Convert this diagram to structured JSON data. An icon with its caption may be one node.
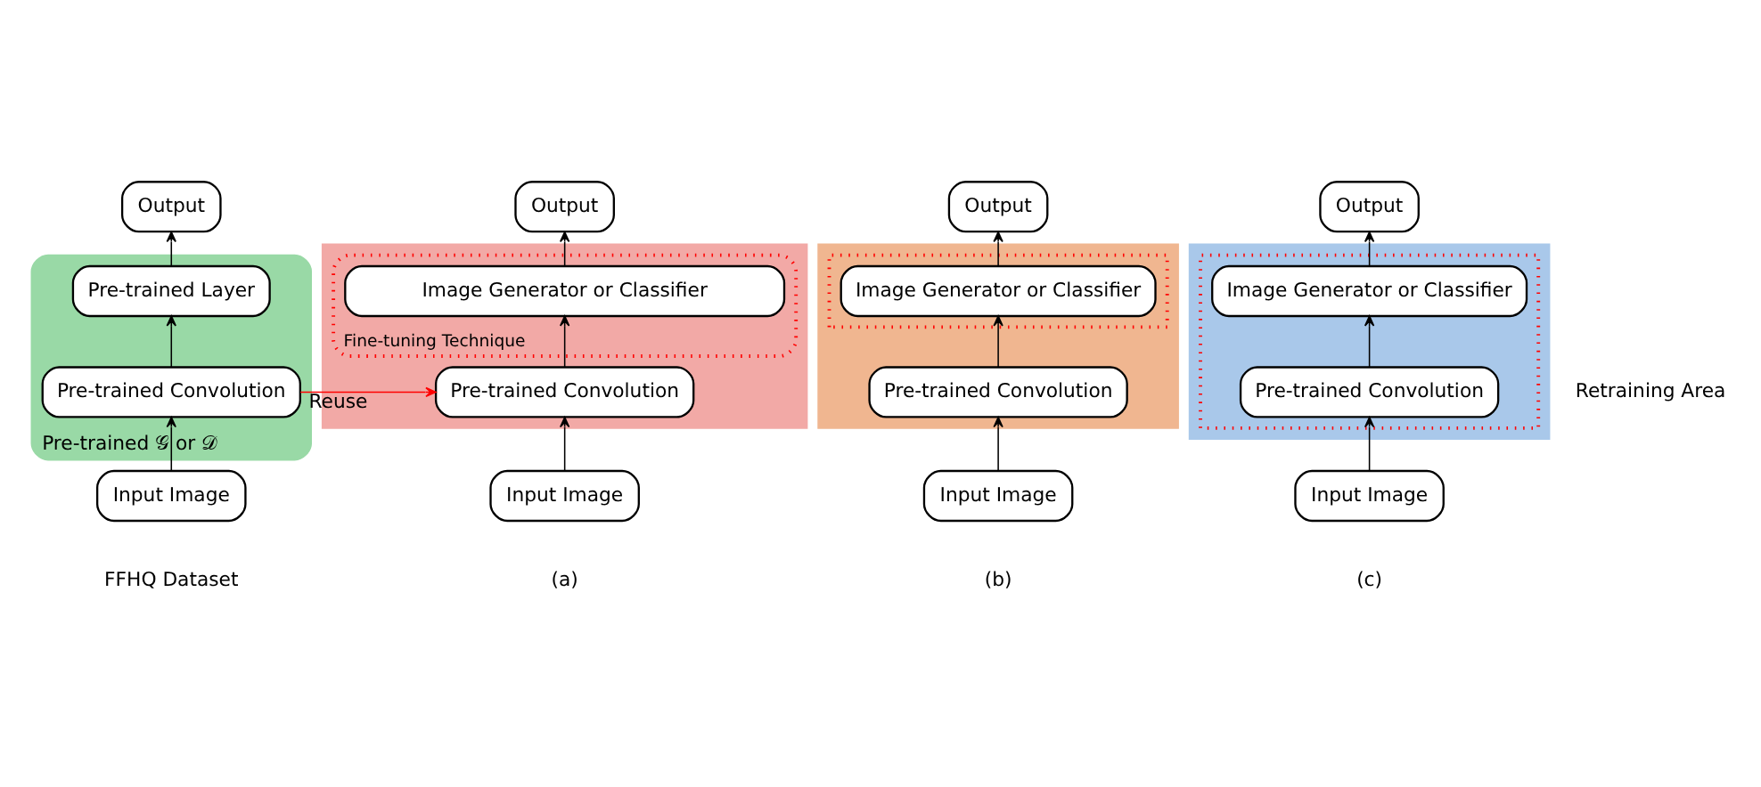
{
  "diagram": {
    "nodes": [
      {
        "text": [
          "Output"
        ]
      },
      {
        "text": [
          "Pre-trained 𝒢 or 𝒟"
        ]
      },
      {
        "text": [
          "Pre-trained Layer"
        ],
        "in": 1
      },
      {
        "text": [
          "Pre-trained Convolution"
        ],
        "in": 1
      },
      {
        "text": [
          "Input Image"
        ]
      },
      {
        "text": [
          "Output"
        ]
      },
      {
        "text": [],
        "shape": "box"
      },
      {
        "text": [
          "Fine-tuning Technique"
        ],
        "in": 6
      },
      {
        "text": [
          "Image Generator or Classifier"
        ],
        "in": 7
      },
      {
        "text": [
          "Pre-trained Convolution"
        ],
        "in": 6
      },
      {
        "text": [
          "Input Image"
        ]
      },
      {
        "text": [
          "Output"
        ]
      },
      {
        "text": [],
        "shape": "box"
      },
      {
        "text": [],
        "shape": "box",
        "in": 12
      },
      {
        "text": [
          "Image Generator or Classifier"
        ],
        "in": 13
      },
      {
        "text": [
          "Pre-trained Convolution"
        ],
        "in": 12
      },
      {
        "text": [
          "Input Image"
        ]
      },
      {
        "text": [
          "Output"
        ]
      },
      {
        "text": [],
        "shape": "box"
      },
      {
        "text": [],
        "shape": "box",
        "in": 18
      },
      {
        "text": [
          "Image Generator or Classifier"
        ],
        "in": 19
      },
      {
        "text": [
          "Pre-trained Convolution"
        ],
        "in": 19
      },
      {
        "text": [
          "Input Image"
        ]
      }
    ],
    "edges": [
      {
        "from": 4,
        "to": 3,
        "arrow": "to"
      },
      {
        "from": 3,
        "to": 2,
        "arrow": "to"
      },
      {
        "from": 2,
        "to": 0,
        "arrow": "to"
      },
      {
        "from": 3,
        "to": 9,
        "arrow": "to",
        "label": "Reuse",
        "color": "#ff0000"
      },
      {
        "from": 10,
        "to": 9,
        "arrow": "to"
      },
      {
        "from": 9,
        "to": 8,
        "arrow": "to"
      },
      {
        "from": 8,
        "to": 5,
        "arrow": "to"
      },
      {
        "from": 16,
        "to": 15,
        "arrow": "to"
      },
      {
        "from": 15,
        "to": 14,
        "arrow": "to"
      },
      {
        "from": 14,
        "to": 11,
        "arrow": "to"
      },
      {
        "from": 22,
        "to": 21,
        "arrow": "to"
      },
      {
        "from": 21,
        "to": 20,
        "arrow": "to"
      },
      {
        "from": 20,
        "to": 17,
        "arrow": "to"
      }
    ],
    "labels": [
      "Retraining Area",
      "FFHQ Dataset",
      "(a)",
      "(b)",
      "(c)"
    ]
  }
}
